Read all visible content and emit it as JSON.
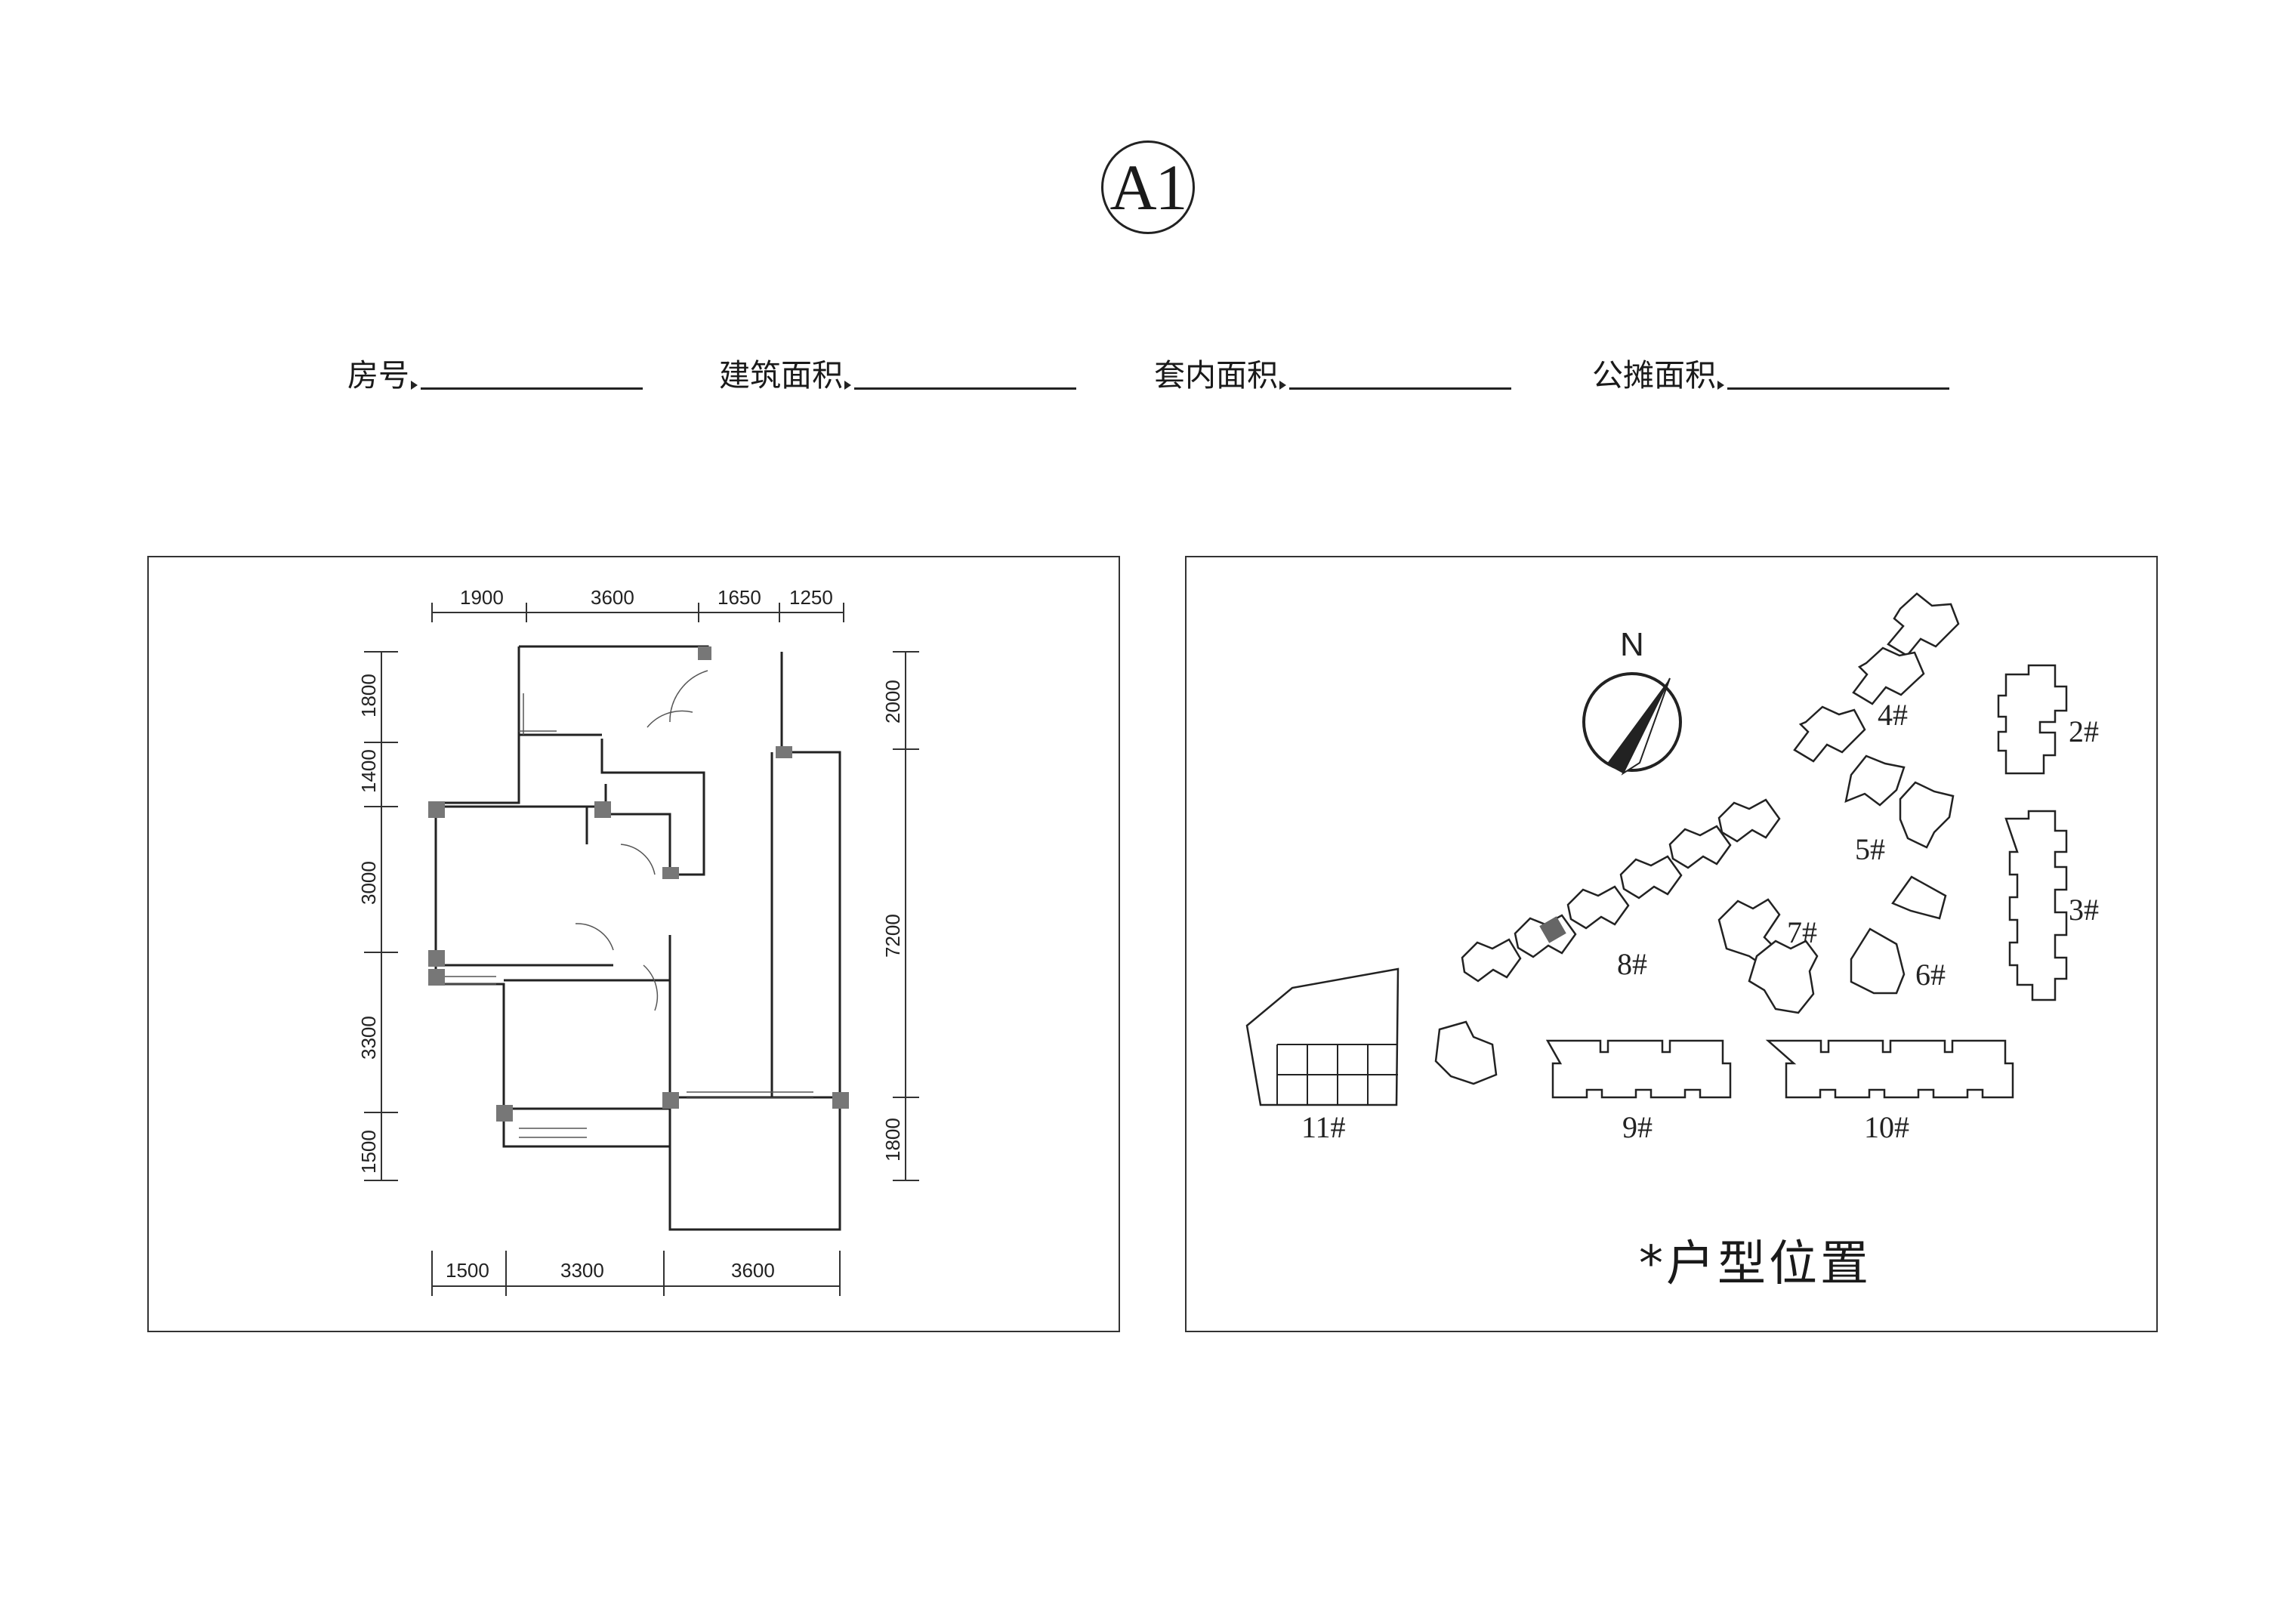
{
  "badge": "A1",
  "fields": [
    {
      "label": "房号",
      "value": ""
    },
    {
      "label": "建筑面积",
      "value": ""
    },
    {
      "label": "套内面积",
      "value": ""
    },
    {
      "label": "公摊面积",
      "value": ""
    }
  ],
  "floor_plan": {
    "dims_top": [
      "1900",
      "3600",
      "1650",
      "1250"
    ],
    "dims_bottom": [
      "1500",
      "3300",
      "3600"
    ],
    "dims_left": [
      "1800",
      "1400",
      "3000",
      "3300",
      "1500"
    ],
    "dims_right": [
      "2000",
      "7200",
      "1800"
    ]
  },
  "site_plan": {
    "north_label": "N",
    "buildings": [
      "2#",
      "3#",
      "4#",
      "5#",
      "6#",
      "7#",
      "8#",
      "9#",
      "10#",
      "11#"
    ],
    "caption": "*户型位置"
  }
}
